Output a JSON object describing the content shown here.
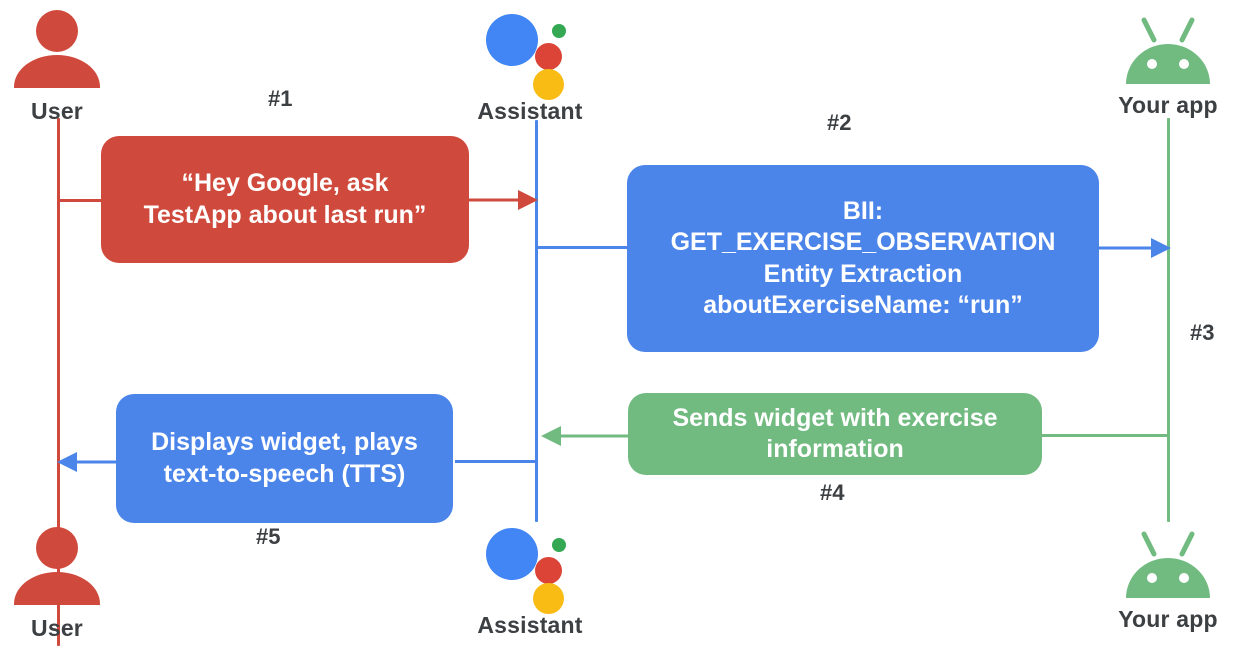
{
  "diagram": {
    "title": "Google Assistant App Actions sequence diagram",
    "background": "#ffffff",
    "colors": {
      "user_red": "#CF4A3C",
      "assistant_blue": "#4C85EA",
      "app_green": "#71BA80",
      "label_gray": "#3C4043",
      "assistant_dot_blue": "#4285F4",
      "assistant_dot_red": "#DB4437",
      "assistant_dot_green": "#34A853",
      "assistant_dot_yellow": "#F9BC15"
    }
  },
  "actors": {
    "user": {
      "label": "User",
      "icon": "person-icon"
    },
    "assistant": {
      "label": "Assistant",
      "icon": "google-assistant-icon"
    },
    "app": {
      "label": "Your app",
      "icon": "android-robot-icon"
    }
  },
  "steps": [
    {
      "number": "#1",
      "color": "red",
      "from": "user",
      "to": "assistant",
      "lines": [
        "“Hey Google, ask",
        "TestApp about last run”"
      ]
    },
    {
      "number": "#2",
      "color": "blue",
      "from": "assistant",
      "to": "app",
      "lines": [
        "BII:",
        "GET_EXERCISE_OBSERVATION",
        "Entity Extraction",
        "aboutExerciseName: “run”"
      ]
    },
    {
      "number": "#3",
      "color": "green",
      "from": "app",
      "to": "app",
      "lines": []
    },
    {
      "number": "#4",
      "color": "green",
      "from": "app",
      "to": "assistant",
      "lines": [
        "Sends widget with exercise",
        "information"
      ]
    },
    {
      "number": "#5",
      "color": "blue",
      "from": "assistant",
      "to": "user",
      "lines": [
        "Displays widget, plays",
        "text-to-speech (TTS)"
      ]
    }
  ],
  "boxes": {
    "step1": {
      "line1": "“Hey Google, ask",
      "line2": "TestApp about last run”"
    },
    "step2": {
      "line1": "BII:",
      "line2": "GET_EXERCISE_OBSERVATION",
      "line3": "Entity Extraction",
      "line4": "aboutExerciseName: “run”"
    },
    "step4": {
      "line1": "Sends widget with exercise",
      "line2": "information"
    },
    "step5": {
      "line1": "Displays widget, plays",
      "line2": "text-to-speech (TTS)"
    }
  },
  "labels": {
    "step1": "#1",
    "step2": "#2",
    "step3": "#3",
    "step4": "#4",
    "step5": "#5"
  }
}
